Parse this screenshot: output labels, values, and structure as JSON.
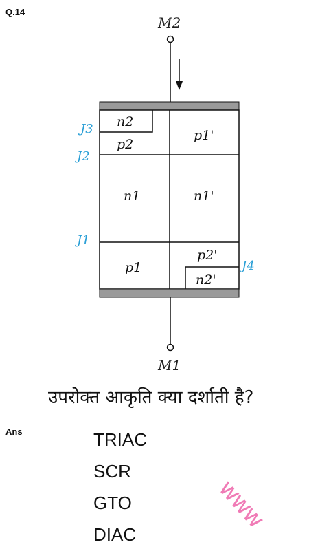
{
  "question_number": "Q.14",
  "diagram": {
    "terminal_top": "M2",
    "terminal_bottom": "M1",
    "regions": {
      "n2": "n2",
      "p2": "p2",
      "p1_prime": "p1'",
      "n1": "n1",
      "n1_prime": "n1'",
      "p1": "p1",
      "p2_prime": "p2'",
      "n2_prime": "n2'"
    },
    "junctions": {
      "J1": "J1",
      "J2": "J2",
      "J3": "J3",
      "J4": "J4"
    },
    "colors": {
      "junction_label": "#2a9fd6",
      "electrode": "#9a9a9a",
      "line": "#111111"
    }
  },
  "question_text": "उपरोक्त आकृति क्या दर्शाती है?",
  "answer_label": "Ans",
  "options": [
    "TRIAC",
    "SCR",
    "GTO",
    "DIAC"
  ],
  "watermark": "www"
}
